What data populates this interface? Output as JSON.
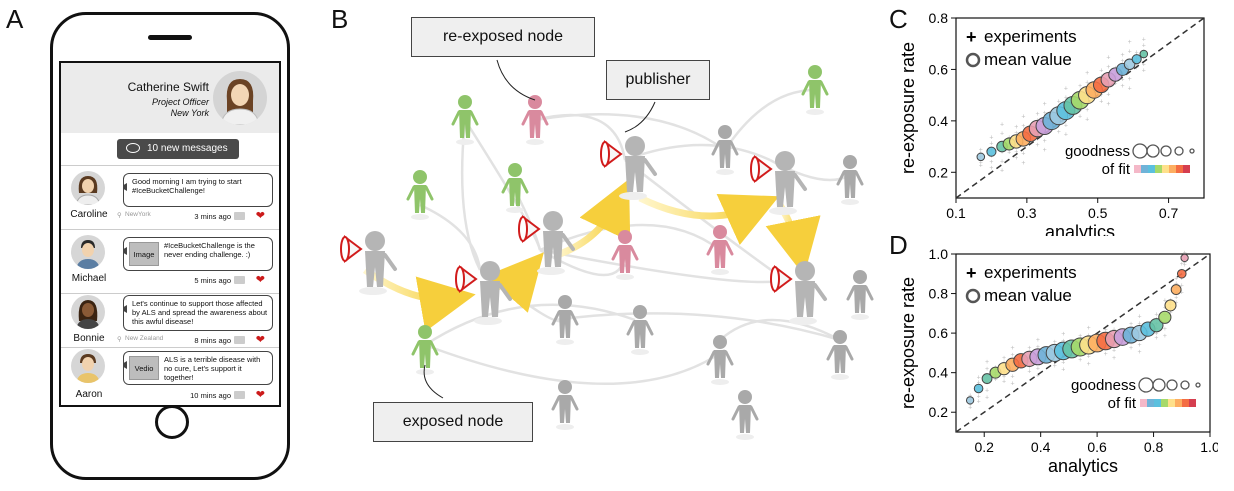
{
  "panels": {
    "a": "A",
    "b": "B",
    "c": "C",
    "d": "D"
  },
  "phone": {
    "profile": {
      "name": "Catherine Swift",
      "title": "Project Officer",
      "city": "New York"
    },
    "new_messages": "10 new messages",
    "messages": [
      {
        "user": "Caroline",
        "location": "NewYork",
        "text": "Good morning I am trying to start #IceBucketChallenge!",
        "time": "3 mins ago",
        "attachment": ""
      },
      {
        "user": "Michael",
        "location": "",
        "text": "#IceBucketChallenge is the never ending challenge. :)",
        "time": "5 mins ago",
        "attachment": "Image"
      },
      {
        "user": "Bonnie",
        "location": "New Zealand",
        "text": "Let's continue to support those affected by ALS and spread the awareness about this awful disease!",
        "time": "8 mins ago",
        "attachment": ""
      },
      {
        "user": "Aaron",
        "location": "",
        "text": "ALS is a terrible disease with no cure, Let's support it together!",
        "time": "10 mins ago",
        "attachment": "Vedio"
      }
    ]
  },
  "network": {
    "re_exposed_label": "re-exposed node",
    "publisher_label": "publisher",
    "exposed_label": "exposed node",
    "colors": {
      "exposed": "#8fc46a",
      "re_exposed": "#d98a9e",
      "unexposed": "#a9a9a9",
      "publisher": "#b5b5b5",
      "megaphone": "#d11c1c",
      "arrow": "#f6cf3c"
    }
  },
  "chart_data": [
    {
      "panel": "C",
      "type": "scatter",
      "xlabel": "analytics",
      "ylabel": "re-exposure rate",
      "xlim": [
        0.1,
        0.8
      ],
      "ylim": [
        0.1,
        0.8
      ],
      "xticks": [
        "0.1",
        "0.3",
        "0.5",
        "0.7"
      ],
      "yticks": [
        "0.2",
        "0.4",
        "0.6",
        "0.8"
      ],
      "legend": {
        "experiments": "experiments",
        "mean": "mean value",
        "fit": "goodness",
        "fit2": "of fit",
        "placement": "top-left / bottom-right"
      },
      "diagonal": true,
      "mean_points": [
        {
          "x": 0.17,
          "y": 0.26
        },
        {
          "x": 0.2,
          "y": 0.28
        },
        {
          "x": 0.23,
          "y": 0.3
        },
        {
          "x": 0.25,
          "y": 0.31
        },
        {
          "x": 0.27,
          "y": 0.32
        },
        {
          "x": 0.29,
          "y": 0.33
        },
        {
          "x": 0.31,
          "y": 0.35
        },
        {
          "x": 0.33,
          "y": 0.37
        },
        {
          "x": 0.35,
          "y": 0.38
        },
        {
          "x": 0.37,
          "y": 0.4
        },
        {
          "x": 0.39,
          "y": 0.42
        },
        {
          "x": 0.41,
          "y": 0.44
        },
        {
          "x": 0.43,
          "y": 0.46
        },
        {
          "x": 0.45,
          "y": 0.48
        },
        {
          "x": 0.47,
          "y": 0.5
        },
        {
          "x": 0.49,
          "y": 0.52
        },
        {
          "x": 0.51,
          "y": 0.54
        },
        {
          "x": 0.53,
          "y": 0.56
        },
        {
          "x": 0.55,
          "y": 0.58
        },
        {
          "x": 0.57,
          "y": 0.6
        },
        {
          "x": 0.59,
          "y": 0.62
        },
        {
          "x": 0.61,
          "y": 0.64
        },
        {
          "x": 0.63,
          "y": 0.66
        }
      ]
    },
    {
      "panel": "D",
      "type": "scatter",
      "xlabel": "analytics",
      "ylabel": "re-exposure rate",
      "xlim": [
        0.1,
        1.0
      ],
      "ylim": [
        0.1,
        1.0
      ],
      "xticks": [
        "0.2",
        "0.4",
        "0.6",
        "0.8",
        "1.0"
      ],
      "yticks": [
        "0.2",
        "0.4",
        "0.6",
        "0.8",
        "1.0"
      ],
      "legend": {
        "experiments": "experiments",
        "mean": "mean value",
        "fit": "goodness",
        "fit2": "of fit",
        "placement": "top-left / bottom-right"
      },
      "diagonal": true,
      "mean_points": [
        {
          "x": 0.15,
          "y": 0.26
        },
        {
          "x": 0.18,
          "y": 0.32
        },
        {
          "x": 0.21,
          "y": 0.37
        },
        {
          "x": 0.24,
          "y": 0.4
        },
        {
          "x": 0.27,
          "y": 0.42
        },
        {
          "x": 0.3,
          "y": 0.44
        },
        {
          "x": 0.33,
          "y": 0.46
        },
        {
          "x": 0.36,
          "y": 0.47
        },
        {
          "x": 0.39,
          "y": 0.48
        },
        {
          "x": 0.42,
          "y": 0.49
        },
        {
          "x": 0.45,
          "y": 0.5
        },
        {
          "x": 0.48,
          "y": 0.51
        },
        {
          "x": 0.51,
          "y": 0.52
        },
        {
          "x": 0.54,
          "y": 0.53
        },
        {
          "x": 0.57,
          "y": 0.54
        },
        {
          "x": 0.6,
          "y": 0.55
        },
        {
          "x": 0.63,
          "y": 0.56
        },
        {
          "x": 0.66,
          "y": 0.57
        },
        {
          "x": 0.69,
          "y": 0.58
        },
        {
          "x": 0.72,
          "y": 0.59
        },
        {
          "x": 0.75,
          "y": 0.6
        },
        {
          "x": 0.78,
          "y": 0.62
        },
        {
          "x": 0.81,
          "y": 0.64
        },
        {
          "x": 0.84,
          "y": 0.68
        },
        {
          "x": 0.86,
          "y": 0.74
        },
        {
          "x": 0.88,
          "y": 0.82
        },
        {
          "x": 0.9,
          "y": 0.9
        },
        {
          "x": 0.91,
          "y": 0.98
        }
      ]
    }
  ]
}
